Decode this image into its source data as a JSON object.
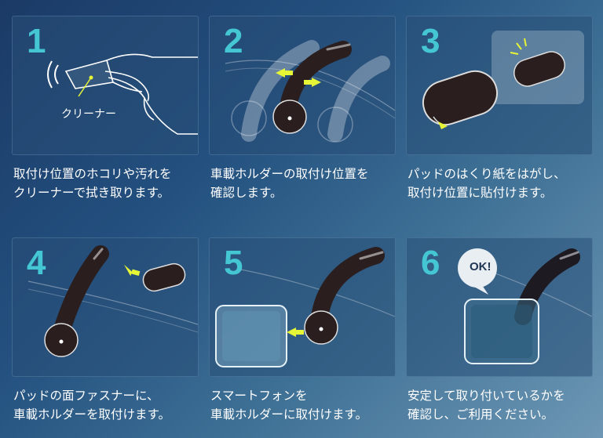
{
  "steps": [
    {
      "number": "1",
      "lines": [
        "取付け位置のホコリや汚れを",
        "クリーナーで拭き取ります。"
      ],
      "label": "クリーナー"
    },
    {
      "number": "2",
      "lines": [
        "車載ホルダーの取付け位置を",
        "確認します。"
      ]
    },
    {
      "number": "3",
      "lines": [
        "パッドのはくり紙をはがし、",
        "取付け位置に貼付けます。"
      ]
    },
    {
      "number": "4",
      "lines": [
        "パッドの面ファスナーに、",
        "車載ホルダーを取付けます。"
      ]
    },
    {
      "number": "5",
      "lines": [
        "スマートフォンを",
        "車載ホルダーに取付けます。"
      ]
    },
    {
      "number": "6",
      "lines": [
        "安定して取り付いているかを",
        "確認し、ご利用ください。"
      ],
      "bubble": "OK!"
    }
  ],
  "colors": {
    "number": "#44c7d3",
    "arrow": "#e6f536",
    "holder": "#2a1e1e"
  }
}
